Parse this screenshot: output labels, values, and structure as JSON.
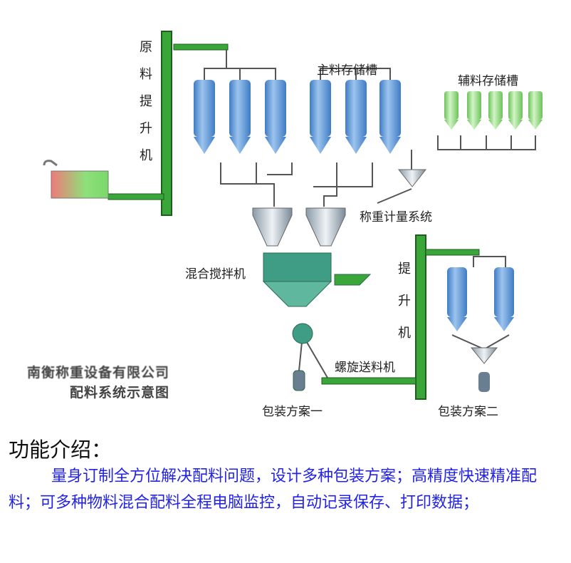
{
  "diagram": {
    "labels": {
      "raw_elevator": "原料提升机",
      "main_storage": "主料存储槽",
      "aux_storage": "辅料存储槽",
      "weighing": "称重计量系统",
      "mixer": "混合搅拌机",
      "elevator": "提升机",
      "screw_conveyor": "螺旋送料机",
      "pack1": "包装方案一",
      "pack2": "包装方案二",
      "company": "南衡称重设备有限公司",
      "caption": "配料系统示意图"
    },
    "colors": {
      "silo": "#6a9fd8",
      "aux_silo": "#9fdc8c",
      "elevator": "#3aa63a",
      "text_blue": "#2323e6"
    }
  },
  "section": {
    "heading": "功能介绍：",
    "body": "量身订制全方位解决配料问题，设计多种包装方案；高精度快速精准配料；可多种物料混合配料全程电脑监控，自动记录保存、打印数据；"
  }
}
